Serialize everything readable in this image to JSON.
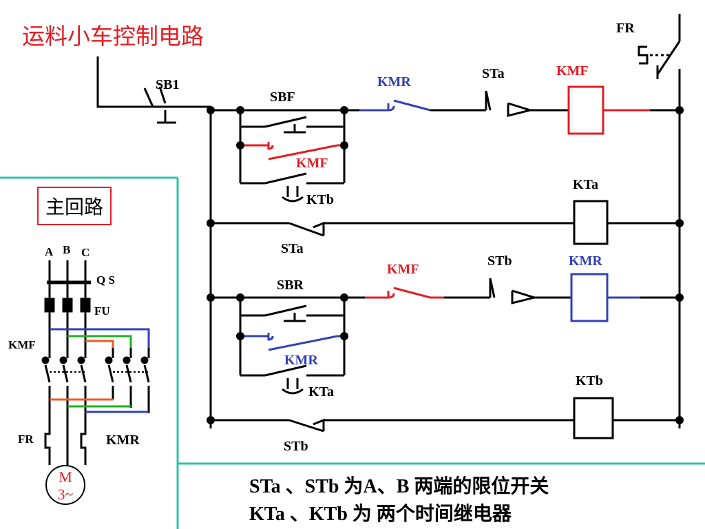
{
  "title": "运料小车控制电路",
  "main_circuit": {
    "title": "主回路",
    "phases": [
      "A",
      "B",
      "C"
    ],
    "qs": "Q S",
    "fu": "FU",
    "kmf": "KMF",
    "fr": "FR",
    "kmr": "KMR",
    "motor_line1": "M",
    "motor_line2": "3~"
  },
  "control_circuit": {
    "fr": "FR",
    "sb1": "SB1",
    "sbf": "SBF",
    "kmr_nc": "KMR",
    "sta_nc": "STa",
    "kmf_coil": "KMF",
    "kmf_seal": "KMF",
    "ktb_contact": "KTb",
    "kta_coil": "KTa",
    "sta_no": "STa",
    "sbr": "SBR",
    "kmf_nc": "KMF",
    "stb_nc": "STb",
    "kmr_coil": "KMR",
    "kmr_seal": "KMR",
    "kta_contact": "KTa",
    "ktb_coil": "KTb",
    "stb_no": "STb"
  },
  "notes": [
    "STa 、STb 为A、B 两端的限位开关",
    "KTa 、KTb 为 两个时间继电器"
  ],
  "colors": {
    "forward": "#e51c23",
    "reverse": "#3240b6",
    "frame": "#2ec4a0",
    "green": "#20b020",
    "orange": "#f05a28"
  }
}
